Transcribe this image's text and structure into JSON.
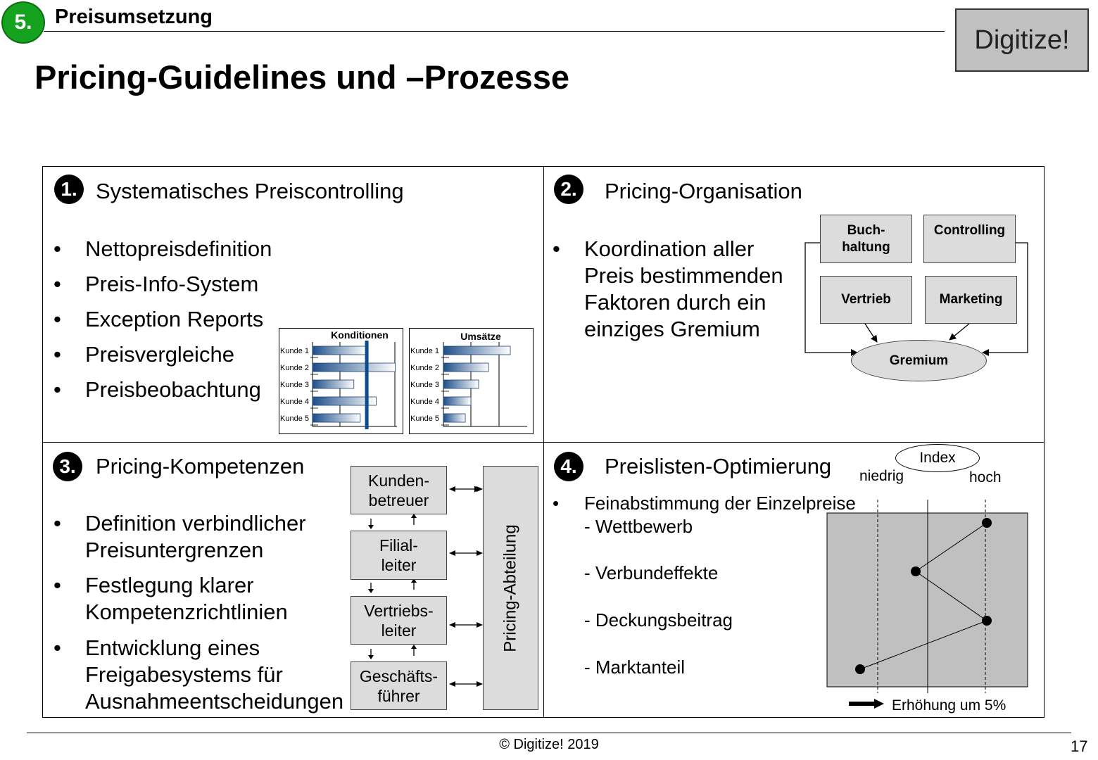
{
  "header": {
    "section_number": "5.",
    "section_title": "Preisumsetzung",
    "logo": "Digitize!",
    "main_title": "Pricing-Guidelines und –Prozesse"
  },
  "quadrants": {
    "q1": {
      "number": "1.",
      "title": "Systematisches Preiscontrolling",
      "bullets": [
        "Nettopreisdefinition",
        "Preis-Info-System",
        "Exception Reports",
        "Preisvergleiche",
        "Preisbeobachtung"
      ],
      "chart_left": {
        "title": "Konditionen",
        "categories": [
          "Kunde 1",
          "Kunde 2",
          "Kunde 3",
          "Kunde 4",
          "Kunde 5"
        ],
        "values": [
          67,
          104,
          52,
          80,
          60
        ],
        "threshold": 66
      },
      "chart_right": {
        "title": "Umsätze",
        "categories": [
          "Kunde 1",
          "Kunde 2",
          "Kunde 3",
          "Kunde 4",
          "Kunde 5"
        ],
        "values": [
          95,
          64,
          50,
          39,
          31
        ]
      }
    },
    "q2": {
      "number": "2.",
      "title": "Pricing-Organisation",
      "bullet_lines": [
        "Koordination aller",
        "Preis bestimmenden",
        "Faktoren durch ein",
        "einziges Gremium"
      ],
      "boxes": [
        "Buch-",
        "haltung",
        "Controlling",
        "Vertrieb",
        "Marketing"
      ],
      "center": "Gremium"
    },
    "q3": {
      "number": "3.",
      "title": "Pricing-Kompetenzen",
      "bullets": [
        [
          "Definition verbindlicher",
          "Preisuntergrenzen"
        ],
        [
          "Festlegung klarer",
          "Kompetenzrichtlinien"
        ],
        [
          "Entwicklung eines",
          "Freigabesystems für",
          "Ausnahmeentscheidungen"
        ]
      ],
      "boxes": [
        [
          "Kunden-",
          "betreuer"
        ],
        [
          "Filial-",
          "leiter"
        ],
        [
          "Vertriebs-",
          "leiter"
        ],
        [
          "Geschäfts-",
          "führer"
        ]
      ],
      "side_label": "Pricing-Abteilung"
    },
    "q4": {
      "number": "4.",
      "title": "Preislisten-Optimierung",
      "bullet": "Feinabstimmung der Einzelpreise",
      "items": [
        "- Wettbewerb",
        "- Verbundeffekte",
        "- Deckungsbeitrag",
        "- Marktanteil"
      ],
      "index_label": "Index",
      "low_label": "niedrig",
      "high_label": "hoch",
      "legend": "Erhöhung um 5%",
      "points": [
        {
          "item": "- Wettbewerb",
          "index": 1
        },
        {
          "item": "- Verbundeffekte",
          "index": 0
        },
        {
          "item": "- Deckungsbeitrag",
          "index": 1
        },
        {
          "item": "- Marktanteil",
          "index": -1
        }
      ]
    }
  },
  "footer": {
    "copyright": "© Digitize! 2019",
    "page": "17"
  }
}
